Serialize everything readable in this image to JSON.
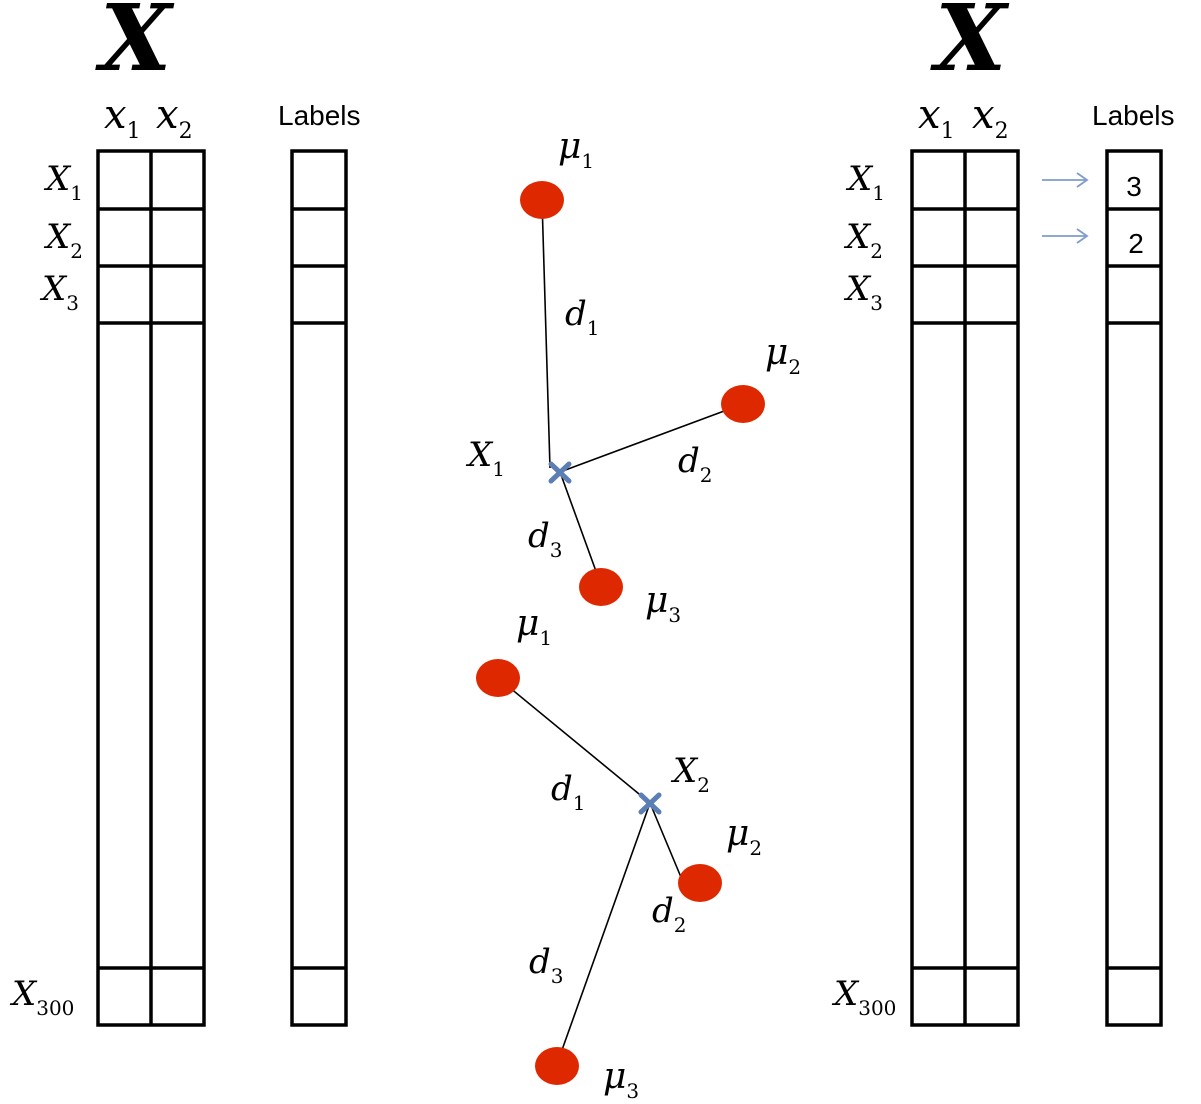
{
  "left_panel": {
    "matrix_symbol": "X",
    "columns": [
      {
        "name": "x",
        "sub": "1"
      },
      {
        "name": "x",
        "sub": "2"
      }
    ],
    "labels_header": "Labels",
    "rows": [
      {
        "name": "X",
        "sub": "1"
      },
      {
        "name": "X",
        "sub": "2"
      },
      {
        "name": "X",
        "sub": "3"
      },
      {
        "name": "X",
        "sub": "300"
      }
    ]
  },
  "right_panel": {
    "matrix_symbol": "X",
    "columns": [
      {
        "name": "x",
        "sub": "1"
      },
      {
        "name": "x",
        "sub": "2"
      }
    ],
    "labels_header": "Labels",
    "rows": [
      {
        "name": "X",
        "sub": "1"
      },
      {
        "name": "X",
        "sub": "2"
      },
      {
        "name": "X",
        "sub": "3"
      },
      {
        "name": "X",
        "sub": "300"
      }
    ],
    "assigned_labels": [
      "3",
      "2"
    ]
  },
  "diagram_top": {
    "point": {
      "name": "X",
      "sub": "1"
    },
    "centroids": [
      {
        "name": "μ",
        "sub": "1"
      },
      {
        "name": "μ",
        "sub": "2"
      },
      {
        "name": "μ",
        "sub": "3"
      }
    ],
    "distances": [
      {
        "name": "d",
        "sub": "1"
      },
      {
        "name": "d",
        "sub": "2"
      },
      {
        "name": "d",
        "sub": "3"
      }
    ]
  },
  "diagram_bottom": {
    "point": {
      "name": "X",
      "sub": "2"
    },
    "centroids": [
      {
        "name": "μ",
        "sub": "1"
      },
      {
        "name": "μ",
        "sub": "2"
      },
      {
        "name": "μ",
        "sub": "3"
      }
    ],
    "distances": [
      {
        "name": "d",
        "sub": "1"
      },
      {
        "name": "d",
        "sub": "2"
      },
      {
        "name": "d",
        "sub": "3"
      }
    ]
  },
  "colors": {
    "centroid": "#de2800",
    "point_marker": "#5b7fb4",
    "arrow": "#7f9cc9"
  }
}
